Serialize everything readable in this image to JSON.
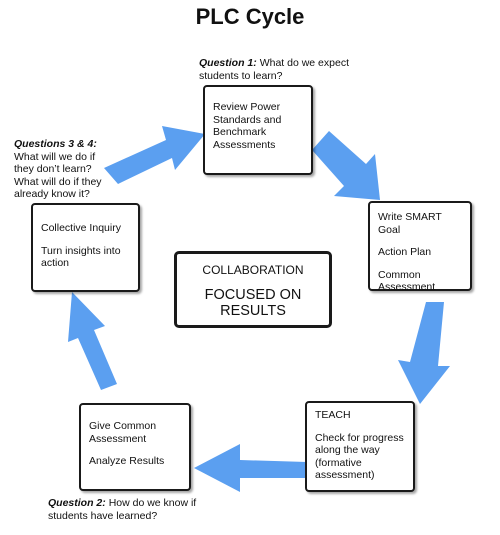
{
  "title": "PLC Cycle",
  "questions": {
    "q1_label": "Question 1:",
    "q1_text": "What do we expect students to learn?",
    "q2_label": "Question 2:",
    "q2_text": "How do we know if students have learned?",
    "q34_label": "Questions 3 & 4:",
    "q34_text": "What will we do if they don’t learn? What will do if they already know it?"
  },
  "boxes": {
    "review": [
      "Review Power Standards and Benchmark Assessments"
    ],
    "smart": [
      "Write SMART Goal",
      "Action Plan",
      "Common Assessment"
    ],
    "teach": [
      "TEACH",
      "Check for progress along the way (formative assessment)"
    ],
    "give": [
      "Give Common Assessment",
      "Analyze Results"
    ],
    "inquiry": [
      "Collective Inquiry",
      "Turn insights into action"
    ]
  },
  "center": {
    "line1": "COLLABORATION",
    "line2": "FOCUSED ON RESULTS"
  },
  "colors": {
    "arrow": "#5b9ff0",
    "border": "#1a1a1a"
  }
}
